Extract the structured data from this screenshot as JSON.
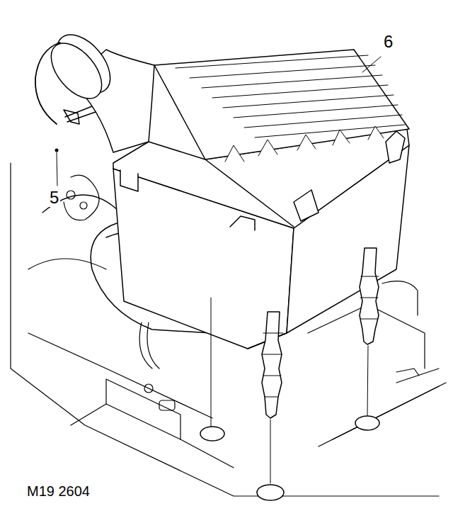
{
  "diagram": {
    "labels": [
      "6",
      "5",
      "M19 2604"
    ]
  }
}
